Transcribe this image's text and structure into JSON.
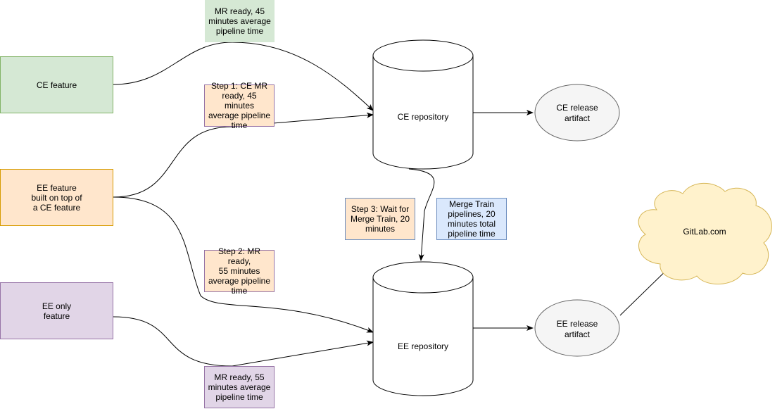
{
  "colors": {
    "green_fill": "#d5e8d4",
    "green_stroke": "#82b366",
    "orange_fill": "#ffe6cc",
    "orange_stroke": "#d79b00",
    "purple_fill": "#e1d5e7",
    "purple_stroke": "#9673a6",
    "blue_fill": "#dae8fc",
    "blue_stroke": "#6c8ebf",
    "artifact_fill": "#f5f5f5",
    "artifact_stroke": "#666666",
    "cloud_fill": "#fff2cc",
    "cloud_stroke": "#d6b656",
    "note_purple_stroke": "#b85450"
  },
  "features": {
    "ce": "CE feature",
    "ee_on_ce": "EE feature\nbuilt on top of\na CE feature",
    "ee_only": "EE only\nfeature"
  },
  "notes": {
    "ce_mr": "MR ready, 45\nminutes average\npipeline time",
    "step1": "Step 1: CE MR\nready, 45 minutes\naverage pipeline\ntime",
    "step2": "Step 2: MR ready,\n55 minutes\naverage pipeline\ntime",
    "step3": "Step 3: Wait for\nMerge Train, 20\nminutes",
    "merge_train": "Merge Train\npipelines, 20\nminutes total\npipeline time",
    "ee_mr": "MR ready, 55\nminutes average\npipeline time"
  },
  "repositories": {
    "ce": "CE repository",
    "ee": "EE repository"
  },
  "artifacts": {
    "ce": [
      "CE release",
      "artifact"
    ],
    "ee": [
      "EE release",
      "artifact"
    ]
  },
  "cloud": "GitLab.com"
}
